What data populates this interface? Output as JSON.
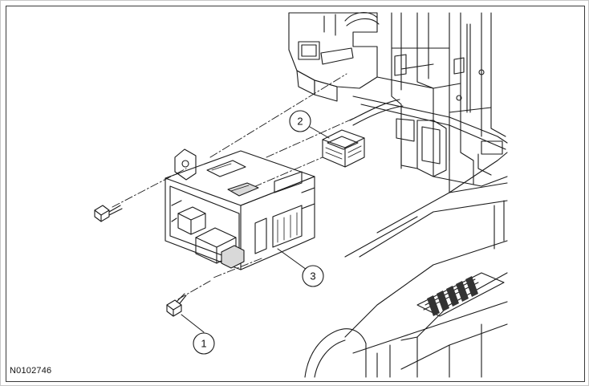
{
  "figure": {
    "reference_code": "N0102746",
    "callouts": [
      {
        "id": "callout-1",
        "label": "1"
      },
      {
        "id": "callout-2",
        "label": "2"
      },
      {
        "id": "callout-3",
        "label": "3"
      }
    ],
    "colors": {
      "line": "#1a1a1a",
      "border": "#3a3a3a",
      "shade": "#d9d9d9",
      "dark": "#333333",
      "background": "#ffffff"
    }
  }
}
